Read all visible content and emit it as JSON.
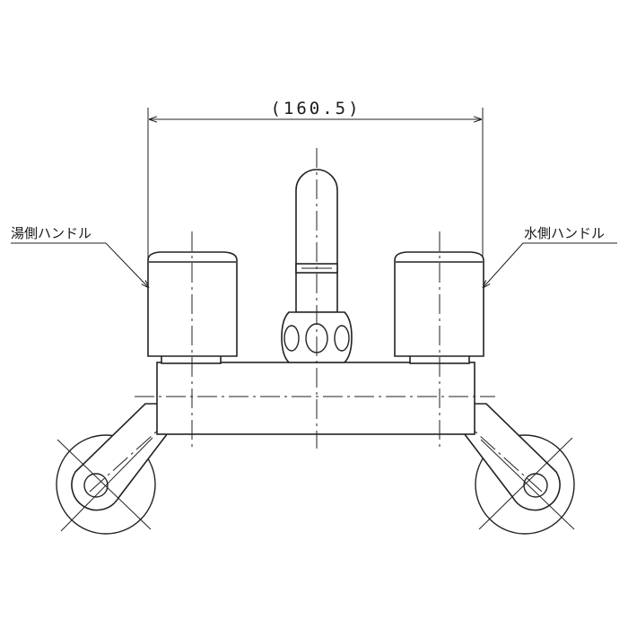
{
  "dimension": {
    "text": "(160.5)"
  },
  "labels": {
    "hot_handle": "湯側ハンドル",
    "cold_handle": "水側ハンドル"
  },
  "colors": {
    "line": "#222222",
    "background": "#ffffff"
  }
}
